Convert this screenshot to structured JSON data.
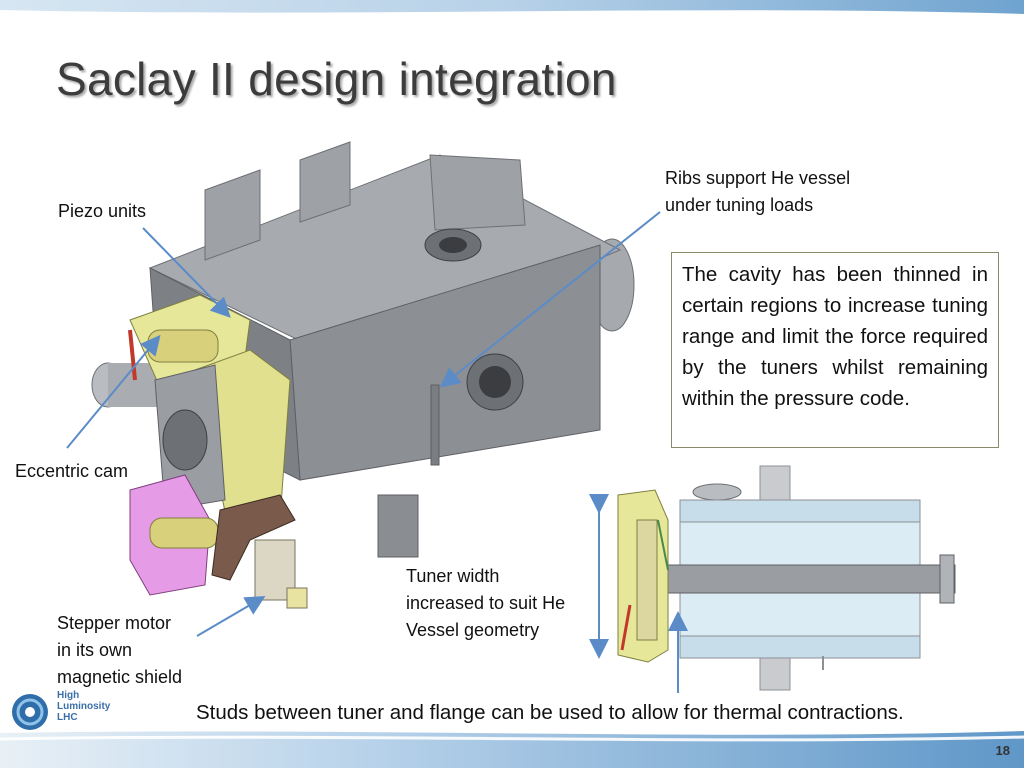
{
  "slide": {
    "title": "Saclay II design integration",
    "page_number": "18"
  },
  "labels": {
    "piezo_units": "Piezo units",
    "ribs_line1": "Ribs support He vessel",
    "ribs_line2": "under tuning loads",
    "eccentric_cam": "Eccentric cam",
    "tuner_width_line1": "Tuner width",
    "tuner_width_line2": "increased to suit He",
    "tuner_width_line3": "Vessel geometry",
    "stepper_line1": "Stepper motor",
    "stepper_line2": "in its own",
    "stepper_line3": "magnetic shield"
  },
  "note_box": {
    "text": "The cavity has been thinned in certain regions to increase tuning range and limit the force required by the tuners whilst remaining within the pressure code."
  },
  "bottom_note": "Studs between tuner and flange can be used to allow for thermal contractions.",
  "logo": {
    "line1": "High",
    "line2": "Luminosity",
    "line3": "LHC"
  },
  "colors": {
    "arrow": "#5b8cc8",
    "band": "#9fc2e0",
    "vessel": "#8c8f94",
    "tuner_yellow": "#e7e79a",
    "tuner_pink": "#e69be6"
  }
}
